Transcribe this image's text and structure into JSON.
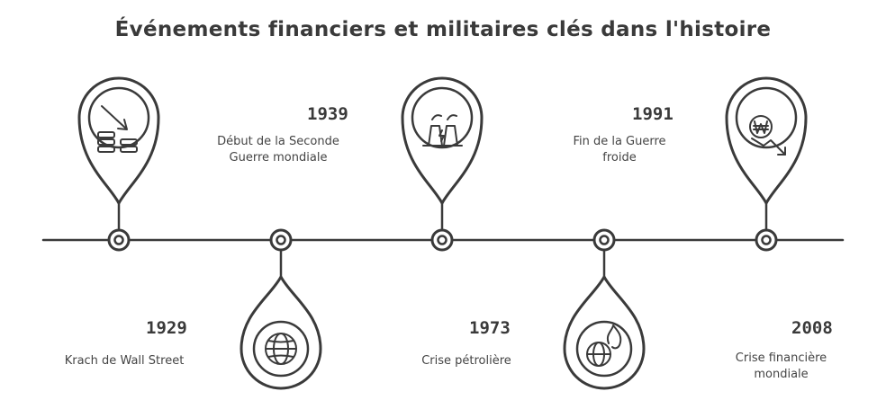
{
  "title": "Événements financiers et militaires clés dans l'histoire",
  "colors": {
    "stroke": "#3a3a3a",
    "background": "#ffffff"
  },
  "events": [
    {
      "year": "1929",
      "label": "Krach de Wall Street",
      "marker": "top",
      "icon": "stacked-coins-down-icon"
    },
    {
      "year": "1939",
      "label": "Début de la Seconde Guerre mondiale",
      "marker": "bottom",
      "icon": "globe-icon"
    },
    {
      "year": "1973",
      "label": "Crise pétrolière",
      "marker": "top",
      "icon": "power-plant-icon"
    },
    {
      "year": "1991",
      "label": "Fin de la Guerre froide",
      "marker": "bottom",
      "icon": "burning-globe-icon"
    },
    {
      "year": "2008",
      "label": "Crise financière mondiale",
      "marker": "top",
      "icon": "won-coin-down-icon"
    }
  ]
}
